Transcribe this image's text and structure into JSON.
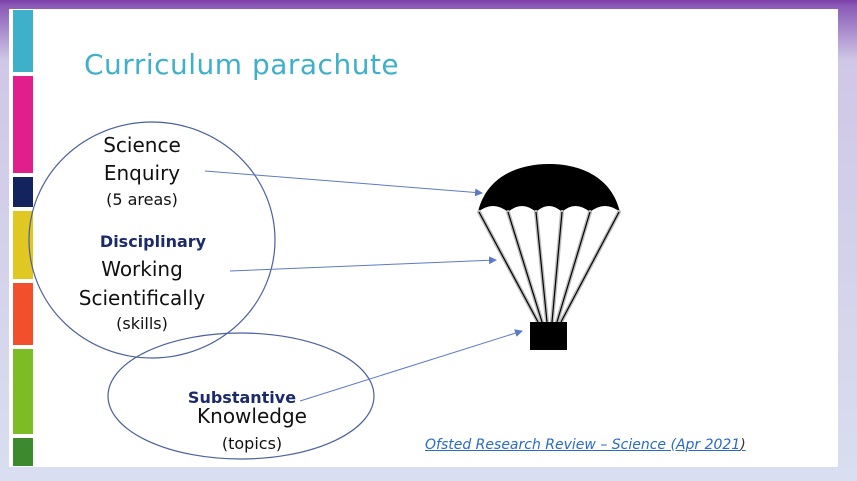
{
  "slide": {
    "title": "Curriculum parachute",
    "colors": {
      "title": "#3fb0c9",
      "bars": [
        "#3fb0c9",
        "#e01f8d",
        "#13235e",
        "#e0c722",
        "#f2502c",
        "#7cbd25",
        "#3c8a2e"
      ],
      "outline": "#4a5f9e",
      "arrow": "#5c7ac8",
      "heading": "#1b2a6b",
      "link": "#2a6bc4"
    },
    "disciplinary": {
      "line1": "Science",
      "line2": "Enquiry",
      "line3": "(5 areas)",
      "heading": "Disciplinary",
      "line4": "Working",
      "line5": "Scientifically",
      "line6": "(skills)"
    },
    "substantive": {
      "heading": "Substantive",
      "line1": "Knowledge",
      "line2": "(topics)"
    },
    "citation": "Ofsted Research Review  – Science (Apr 2021",
    "citation_suffix": ")"
  }
}
